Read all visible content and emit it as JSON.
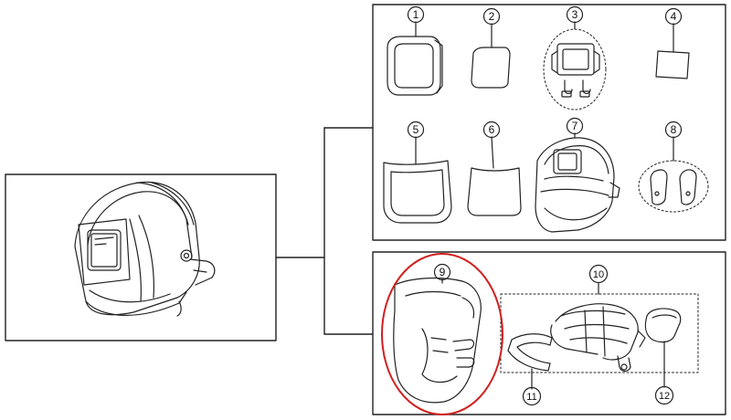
{
  "parts": [
    {
      "number": "1"
    },
    {
      "number": "2"
    },
    {
      "number": "3"
    },
    {
      "number": "4"
    },
    {
      "number": "5"
    },
    {
      "number": "6"
    },
    {
      "number": "7"
    },
    {
      "number": "8"
    },
    {
      "number": "9"
    },
    {
      "number": "10"
    },
    {
      "number": "11"
    },
    {
      "number": "12"
    }
  ],
  "colors": {
    "line": "#222222",
    "highlight": "#d01f1f"
  }
}
